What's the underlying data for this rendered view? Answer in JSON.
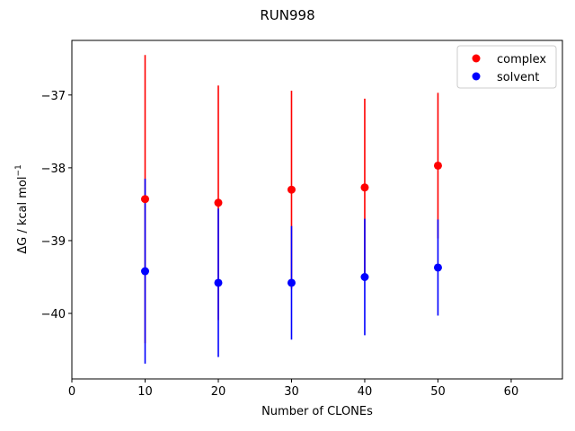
{
  "chart_data": {
    "type": "scatter",
    "title": "RUN998",
    "xlabel": "Number of CLONEs",
    "ylabel_main": "ΔG / kcal mol",
    "ylabel_sup": "−1",
    "xlim": [
      0,
      67
    ],
    "ylim": [
      -40.9,
      -36.25
    ],
    "xticks": [
      0,
      10,
      20,
      30,
      40,
      50,
      60
    ],
    "yticks": [
      -40,
      -39,
      -38,
      -37
    ],
    "ytick_labels": [
      "−40",
      "−39",
      "−38",
      "−37"
    ],
    "grid": false,
    "legend_position": "top-right",
    "series": [
      {
        "name": "complex",
        "color": "#ff0000",
        "x": [
          10,
          20,
          30,
          40,
          50
        ],
        "y": [
          -38.43,
          -38.48,
          -38.3,
          -38.27,
          -37.97
        ],
        "err": [
          1.98,
          1.61,
          1.36,
          1.22,
          1.0
        ]
      },
      {
        "name": "solvent",
        "color": "#0000ff",
        "x": [
          10,
          20,
          30,
          40,
          50
        ],
        "y": [
          -39.42,
          -39.58,
          -39.58,
          -39.5,
          -39.37
        ],
        "err": [
          1.27,
          1.02,
          0.78,
          0.8,
          0.66
        ]
      }
    ]
  }
}
